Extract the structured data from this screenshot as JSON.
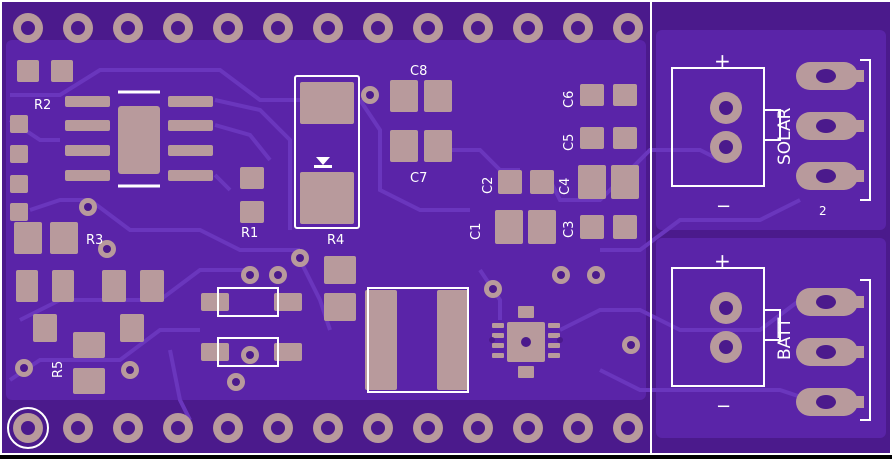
{
  "colors": {
    "board": "#4b1a8c",
    "copper": "#5a24a8",
    "trace": "#6a36bd",
    "pad": "#b89a9c",
    "silk": "#ffffff",
    "hole": "#4b1a8c",
    "outline": "#ffffff"
  },
  "labels": {
    "r1": "R1",
    "r2": "R2",
    "r3": "R3",
    "r4": "R4",
    "r5": "R5",
    "c1": "C1",
    "c2": "C2",
    "c3": "C3",
    "c4": "C4",
    "c5": "C5",
    "c6": "C6",
    "c7": "C7",
    "c8": "C8",
    "solar": "SOLAR",
    "batt": "BATT",
    "pin2": "2",
    "plus": "+",
    "minus": "−"
  }
}
